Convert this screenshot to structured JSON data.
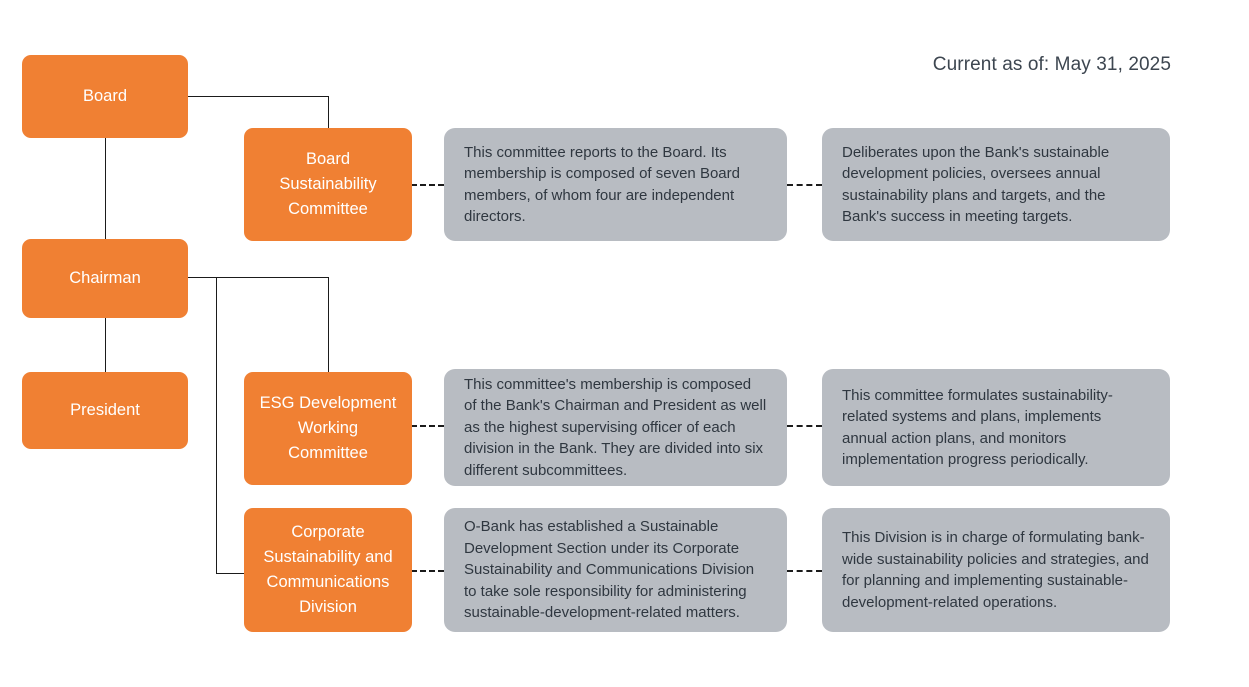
{
  "header": {
    "date_label": "Current as of: May 31, 2025"
  },
  "colors": {
    "node_orange": "#F08033",
    "desc_gray": "#B8BCC2",
    "connector": "#1b1b1b",
    "text_dark": "#2f3740"
  },
  "nodes": {
    "board": "Board",
    "chairman": "Chairman",
    "president": "President",
    "board_sustainability_committee": "Board\nSustainability\nCommittee",
    "esg_working_committee": "ESG Development\nWorking\nCommittee",
    "corporate_division": "Corporate\nSustainability and\nCommunications\nDivision"
  },
  "descriptions": {
    "bsc_membership": "This committee reports to the Board. Its membership is composed of seven Board members, of whom four are independent directors.",
    "bsc_duties": "Deliberates upon the Bank's sustainable development policies, oversees annual sustainability plans and targets, and the Bank's success in meeting targets.",
    "esg_membership": "This committee's membership is composed of the Bank's Chairman and President as well as the highest supervising officer of each division in the Bank. They are divided into six different subcommittees.",
    "esg_duties": "This committee formulates sustainability-related systems and plans, implements annual action plans, and monitors implementation progress periodically.",
    "division_membership": "O-Bank has established a Sustainable Development Section under its Corporate Sustainability and Communications Division to take sole responsibility for administering sustainable-development-related matters.",
    "division_duties": "This Division is in charge of formulating bank-wide sustainability policies and strategies, and for planning and implementing sustainable-development-related operations."
  }
}
